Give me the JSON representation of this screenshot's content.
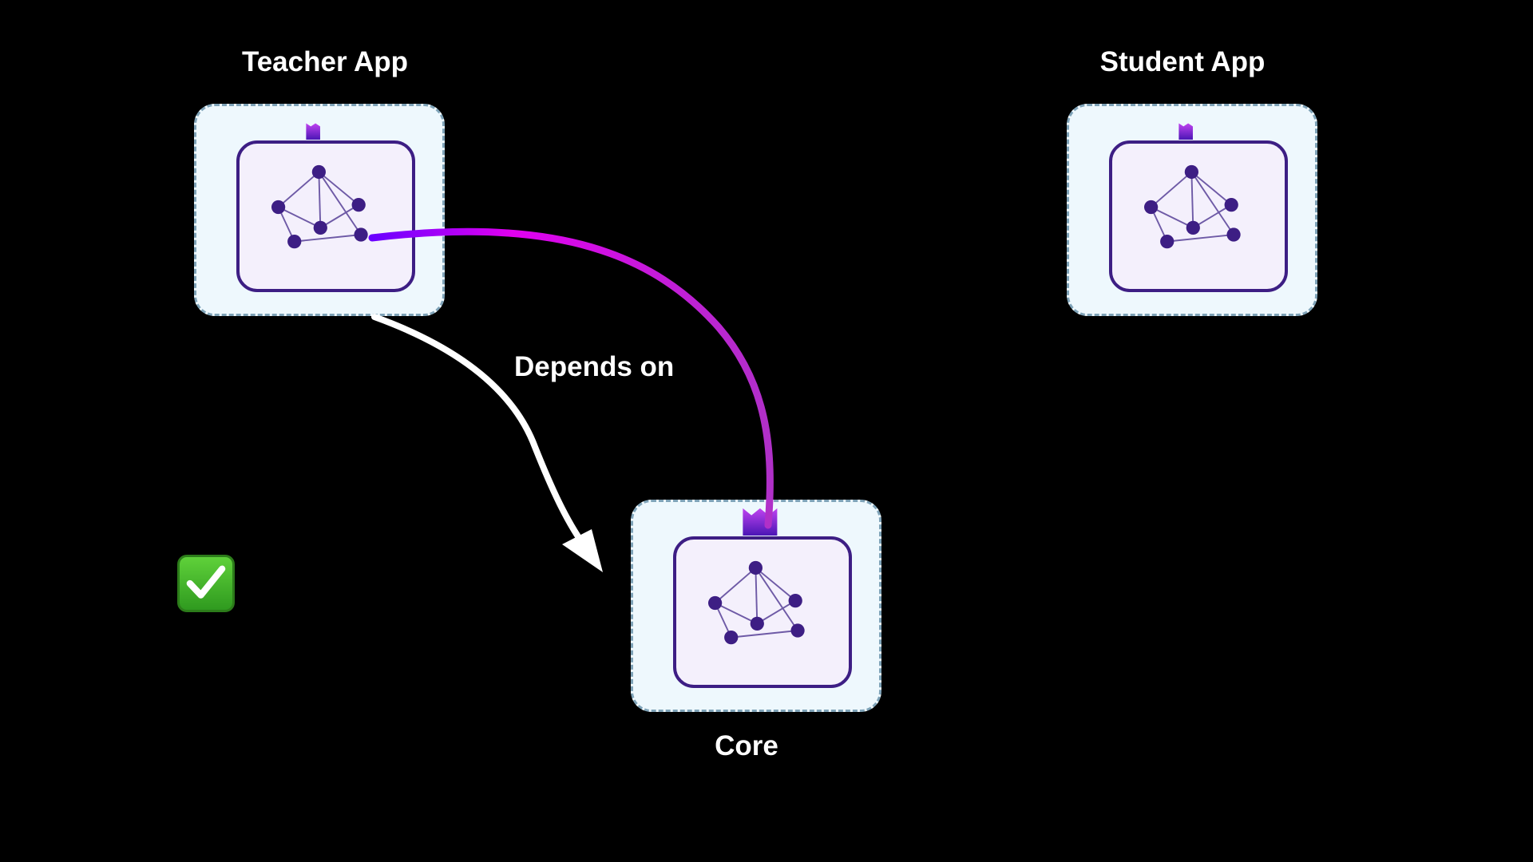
{
  "modules": {
    "teacher": {
      "label": "Teacher App"
    },
    "student": {
      "label": "Student App"
    },
    "core": {
      "label": "Core"
    }
  },
  "edges": {
    "depends_on": {
      "label": "Depends on"
    }
  },
  "icons": {
    "module": "module-graph-icon",
    "port": "port-icon",
    "status": "check-mark-icon"
  },
  "colors": {
    "background": "#000000",
    "module_fill": "#eef8fd",
    "module_border": "#7fa3b8",
    "graph_node": "#3d1e84",
    "gradient_start": "#6a00ff",
    "gradient_end": "#ff00ff",
    "arrow": "#ffffff",
    "check": "#43b82a"
  }
}
